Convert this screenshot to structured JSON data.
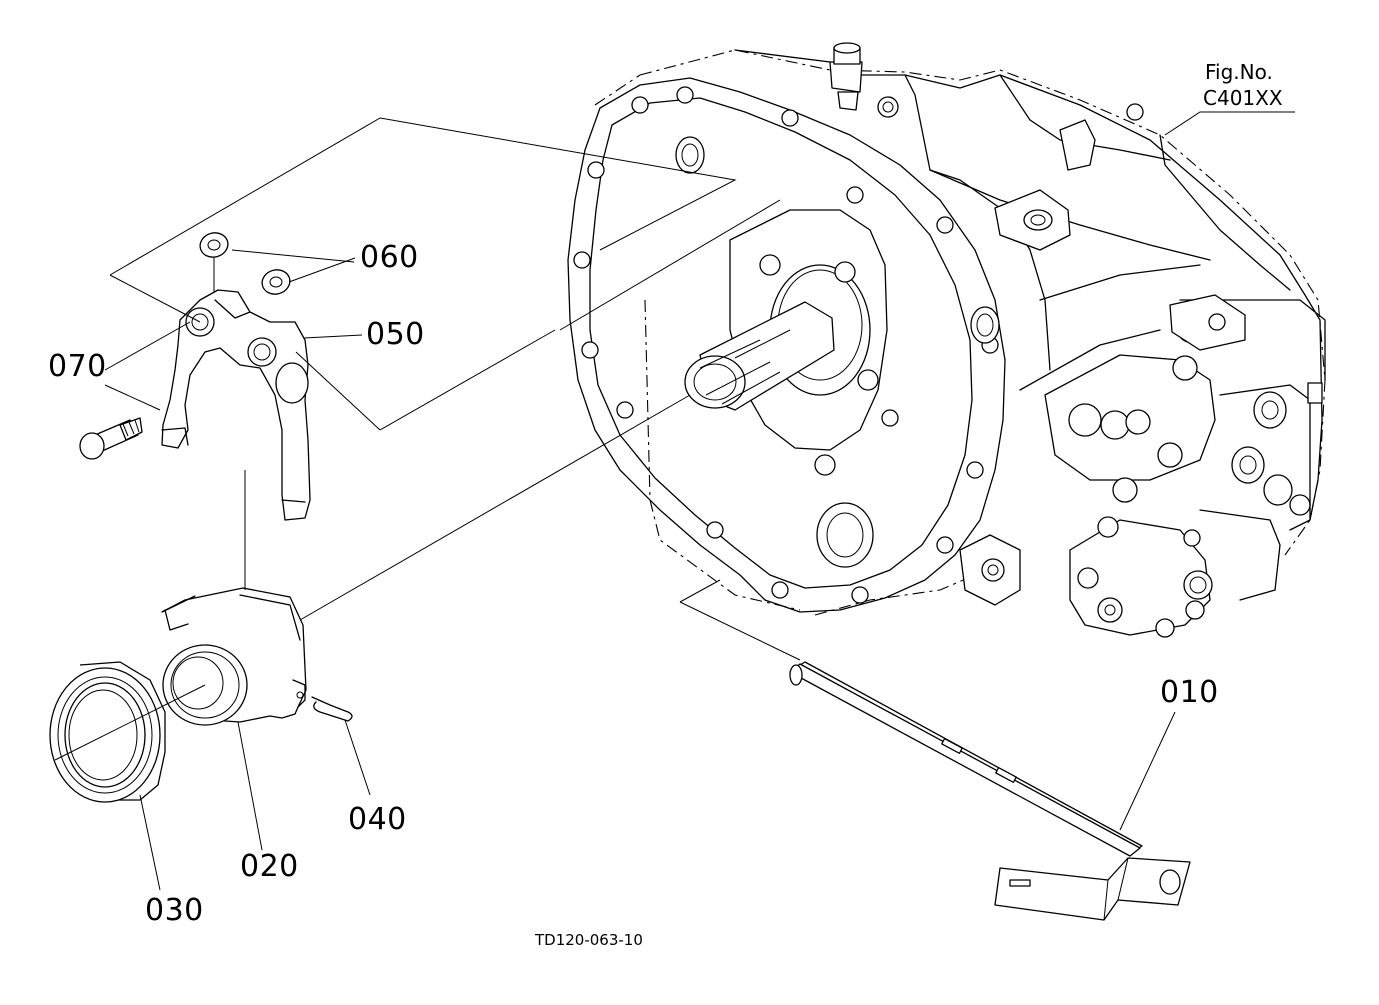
{
  "figure": {
    "fig_label": "Fig.No.",
    "fig_number": "C401XX",
    "drawing_code": "TD120-063-10"
  },
  "callouts": {
    "p010": "010",
    "p020": "020",
    "p030": "030",
    "p040": "040",
    "p050": "050",
    "p060": "060",
    "p070": "070"
  },
  "parts": [
    {
      "ref": "010",
      "icon": "release-shaft-lever"
    },
    {
      "ref": "020",
      "icon": "release-bearing-hub"
    },
    {
      "ref": "030",
      "icon": "release-bearing"
    },
    {
      "ref": "040",
      "icon": "spring-clip"
    },
    {
      "ref": "050",
      "icon": "release-fork"
    },
    {
      "ref": "060",
      "icon": "washer"
    },
    {
      "ref": "070",
      "icon": "bolt"
    }
  ]
}
